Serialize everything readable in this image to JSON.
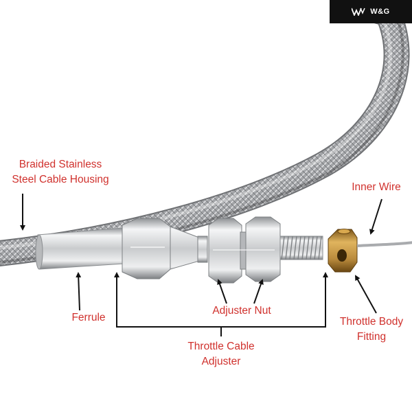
{
  "brand": {
    "name": "W&G",
    "icon": "wg-logo-icon"
  },
  "colors": {
    "label_red": "#d0312d",
    "leader_black": "#111111",
    "braid_gray": "#9a9c9e",
    "aluminum": "#d8dadc",
    "brass": "#b98a3c"
  },
  "labels": {
    "braided_housing_line1": "Braided Stainless",
    "braided_housing_line2": "Steel Cable Housing",
    "inner_wire": "Inner Wire",
    "ferrule": "Ferrule",
    "adjuster_nut": "Adjuster Nut",
    "throttle_body_fitting_line1": "Throttle Body",
    "throttle_body_fitting_line2": "Fitting",
    "throttle_cable_adjuster_line1": "Throttle Cable",
    "throttle_cable_adjuster_line2": "Adjuster"
  }
}
